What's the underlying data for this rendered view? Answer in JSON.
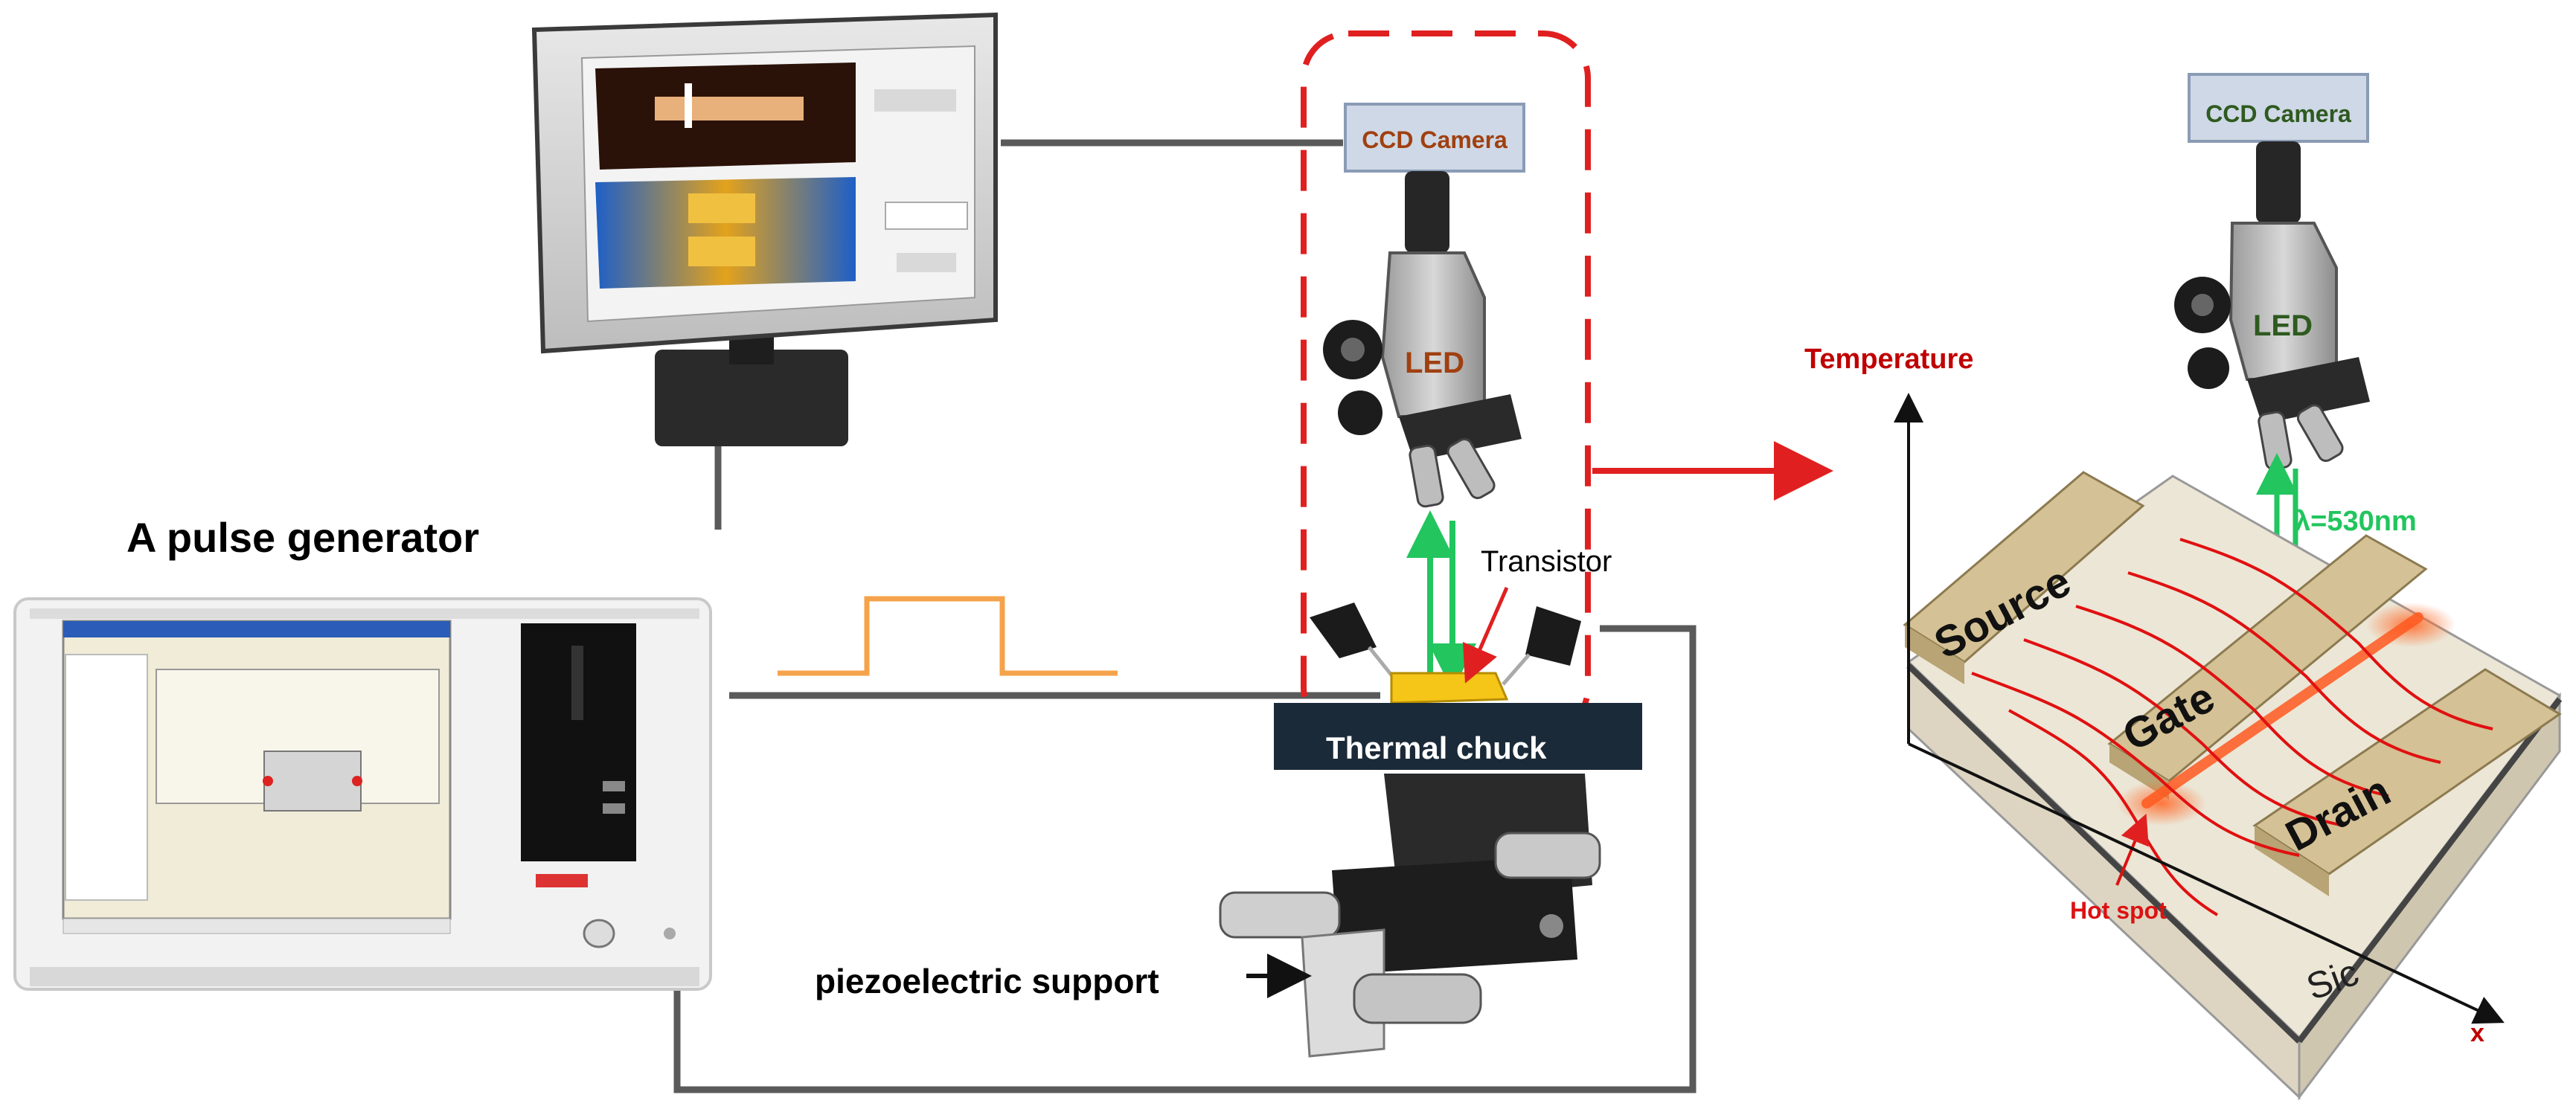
{
  "labels": {
    "pulse_generator": "A pulse generator",
    "piezo_support": "piezoelectric support",
    "transistor": "Transistor",
    "thermal_chuck": "Thermal chuck",
    "ccd_camera_left": "CCD Camera",
    "ccd_camera_right": "CCD Camera",
    "led_left": "LED",
    "led_right": "LED",
    "temperature": "Temperature",
    "wavelength": "λ=530nm",
    "source": "Source",
    "gate": "Gate",
    "drain": "Drain",
    "hot_spot": "Hot spot",
    "substrate": "Sic",
    "x_axis": "x"
  },
  "colors": {
    "highlight_box": "#e02020",
    "light_beam": "#22c55e",
    "pulse_signal": "#f5a34a",
    "hot_line": "#e01010",
    "cable": "#5a5a5a",
    "camera_box": "#cfd8e6",
    "electrode": "#c8b48a",
    "substrate": "#ddd5c2"
  },
  "icons": {
    "monitor": "monitor-icon",
    "instrument": "pulse-generator-icon",
    "microscope": "microscope-icon",
    "stage": "xyz-stage-icon",
    "probe": "probe-icon"
  }
}
